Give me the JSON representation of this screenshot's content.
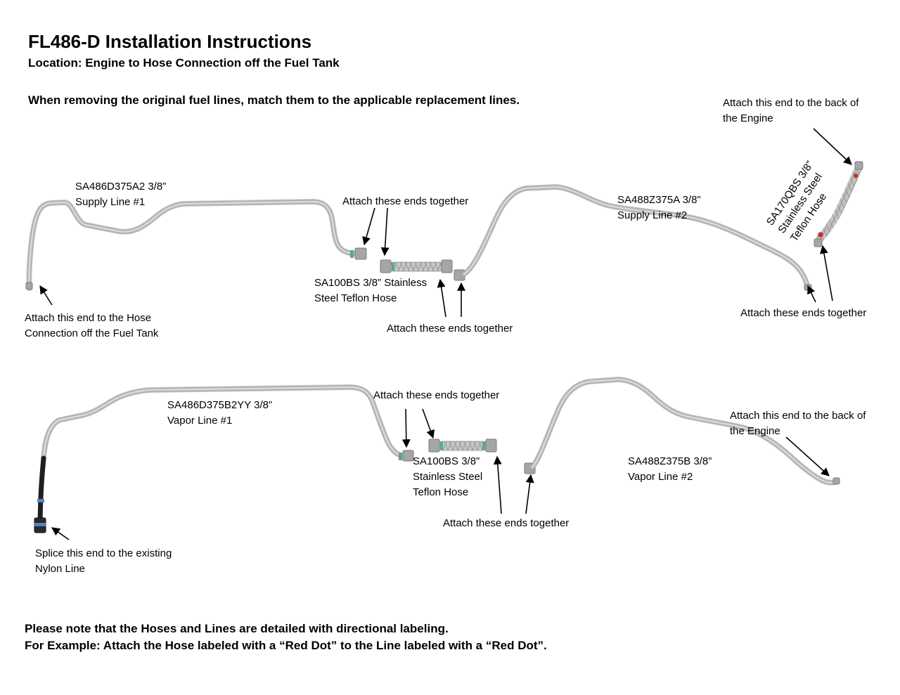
{
  "page": {
    "title": "FL486-D Installation Instructions",
    "location": "Location: Engine to Hose Connection off the Fuel Tank",
    "instruction": "When removing the original fuel lines, match them to the applicable replacement lines."
  },
  "upper": {
    "attach_back_engine": "Attach this end to the back of\nthe Engine",
    "supply_line_1": "SA486D375A2 3/8”\nSupply Line #1",
    "attach_ends_top": "Attach these ends together",
    "supply_line_2": "SA488Z375A 3/8”\nSupply Line #2",
    "sa170qbs": "SA170QBS 3/8”\nStainless Steel\nTeflon Hose",
    "sa100bs": "SA100BS 3/8” Stainless\nSteel Teflon Hose",
    "attach_hose_connection": "Attach this end to the Hose\nConnection off the Fuel Tank",
    "attach_ends_mid": "Attach these ends together",
    "attach_ends_right": "Attach these ends together"
  },
  "lower": {
    "attach_ends_top": "Attach these ends together",
    "vapor_line_1": "SA486D375B2YY 3/8”\nVapor Line #1",
    "attach_back_engine": "Attach this end to the back of\nthe Engine",
    "sa100bs": "SA100BS 3/8”\nStainless Steel\nTeflon Hose",
    "vapor_line_2": "SA488Z375B 3/8”\nVapor Line #2",
    "attach_ends_bottom": "Attach these ends together",
    "splice_nylon": "Splice this end to the existing\nNylon Line"
  },
  "footer": {
    "note1": "Please note that the Hoses and Lines are detailed with directional labeling.",
    "note2": "For Example: Attach the Hose labeled with a “Red Dot” to the Line labeled with a “Red Dot”."
  },
  "colors": {
    "tube": "#b3b3b3",
    "tube-hi": "#dcdcdc",
    "tube-edge": "#8f8f8f",
    "teal": "#55a98f",
    "red": "#cc3322",
    "blue": "#4a86c8",
    "black-hose": "#1f1f1f"
  }
}
